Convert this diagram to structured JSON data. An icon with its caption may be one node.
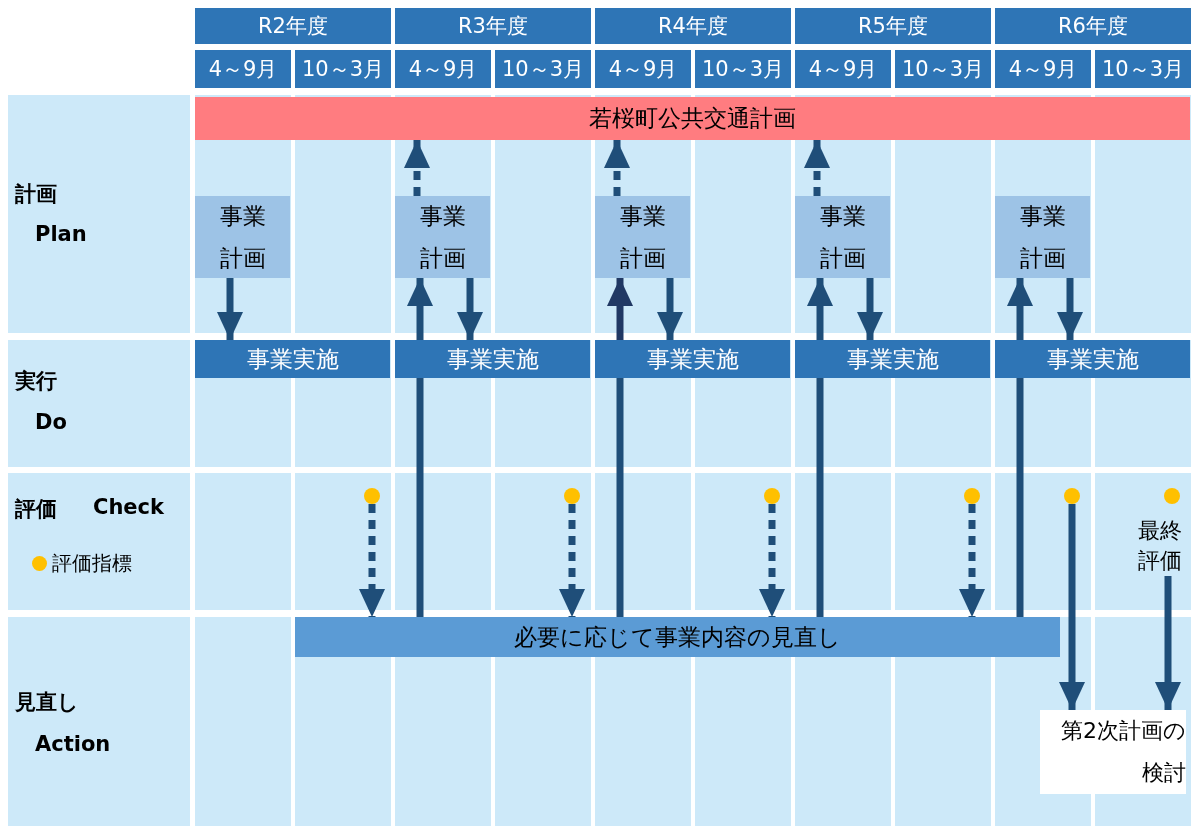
{
  "diagram": {
    "nodes": [
      {
        "text": [
          "R2年度"
        ]
      },
      {
        "text": [
          "R3年度"
        ]
      },
      {
        "text": [
          "R4年度"
        ]
      },
      {
        "text": [
          "R5年度"
        ]
      },
      {
        "text": [
          "R6年度"
        ]
      },
      {
        "text": [
          "若桜町公共交通計画"
        ]
      },
      {
        "text": [
          "事業計画"
        ]
      },
      {
        "text": [
          "事業計画"
        ]
      },
      {
        "text": [
          "事業計画"
        ]
      },
      {
        "text": [
          "事業計画"
        ]
      },
      {
        "text": [
          "事業計画"
        ]
      },
      {
        "text": [
          "事業実施"
        ]
      },
      {
        "text": [
          "事業実施"
        ]
      },
      {
        "text": [
          "事業実施"
        ]
      },
      {
        "text": [
          "事業実施"
        ]
      },
      {
        "text": [
          "事業実施"
        ]
      },
      {
        "text": [],
        "shape": "circle"
      },
      {
        "text": [],
        "shape": "circle"
      },
      {
        "text": [],
        "shape": "circle"
      },
      {
        "text": [],
        "shape": "circle"
      },
      {
        "text": [],
        "shape": "circle"
      },
      {
        "text": [],
        "shape": "circle"
      },
      {
        "text": [
          "最終評価"
        ]
      },
      {
        "text": [
          "必要に応じて事業内容の見直し"
        ]
      },
      {
        "text": [
          "第2次計画の検討"
        ]
      }
    ],
    "edges": [
      {
        "from": 6,
        "to": 11,
        "arrow": "to"
      },
      {
        "from": 7,
        "to": 5,
        "arrow": "to",
        "style": "dashed"
      },
      {
        "from": 12,
        "to": 7,
        "arrow": "to"
      },
      {
        "from": 7,
        "to": 12,
        "arrow": "to"
      },
      {
        "from": 8,
        "to": 5,
        "arrow": "to",
        "style": "dashed"
      },
      {
        "from": 13,
        "to": 8,
        "arrow": "to",
        "color": "#203864"
      },
      {
        "from": 8,
        "to": 13,
        "arrow": "to"
      },
      {
        "from": 9,
        "to": 5,
        "arrow": "to",
        "style": "dashed"
      },
      {
        "from": 14,
        "to": 9,
        "arrow": "to"
      },
      {
        "from": 9,
        "to": 14,
        "arrow": "to"
      },
      {
        "from": 15,
        "to": 10,
        "arrow": "to"
      },
      {
        "from": 10,
        "to": 15,
        "arrow": "to"
      },
      {
        "from": 23,
        "to": 12,
        "arrow": "none"
      },
      {
        "from": 23,
        "to": 13,
        "arrow": "none"
      },
      {
        "from": 23,
        "to": 14,
        "arrow": "none"
      },
      {
        "from": 23,
        "to": 15,
        "arrow": "none"
      },
      {
        "from": 16,
        "to": 23,
        "arrow": "to",
        "style": "dashed"
      },
      {
        "from": 17,
        "to": 23,
        "arrow": "to",
        "style": "dashed"
      },
      {
        "from": 18,
        "to": 23,
        "arrow": "to",
        "style": "dashed"
      },
      {
        "from": 19,
        "to": 23,
        "arrow": "to",
        "style": "dashed"
      },
      {
        "from": 20,
        "to": 24,
        "arrow": "to"
      },
      {
        "from": 22,
        "to": 24,
        "arrow": "to"
      }
    ],
    "labels": [
      "4～9月",
      "10～3月",
      "4～9月",
      "10～3月",
      "4～9月",
      "10～3月",
      "4～9月",
      "10～3月",
      "4～9月",
      "10～3月",
      "計画",
      "Plan",
      "実行",
      "Do",
      "評価",
      "Check",
      "見直し",
      "Action"
    ],
    "legend": [
      {
        "text": "評価指標",
        "color": "#ffc000"
      }
    ]
  }
}
